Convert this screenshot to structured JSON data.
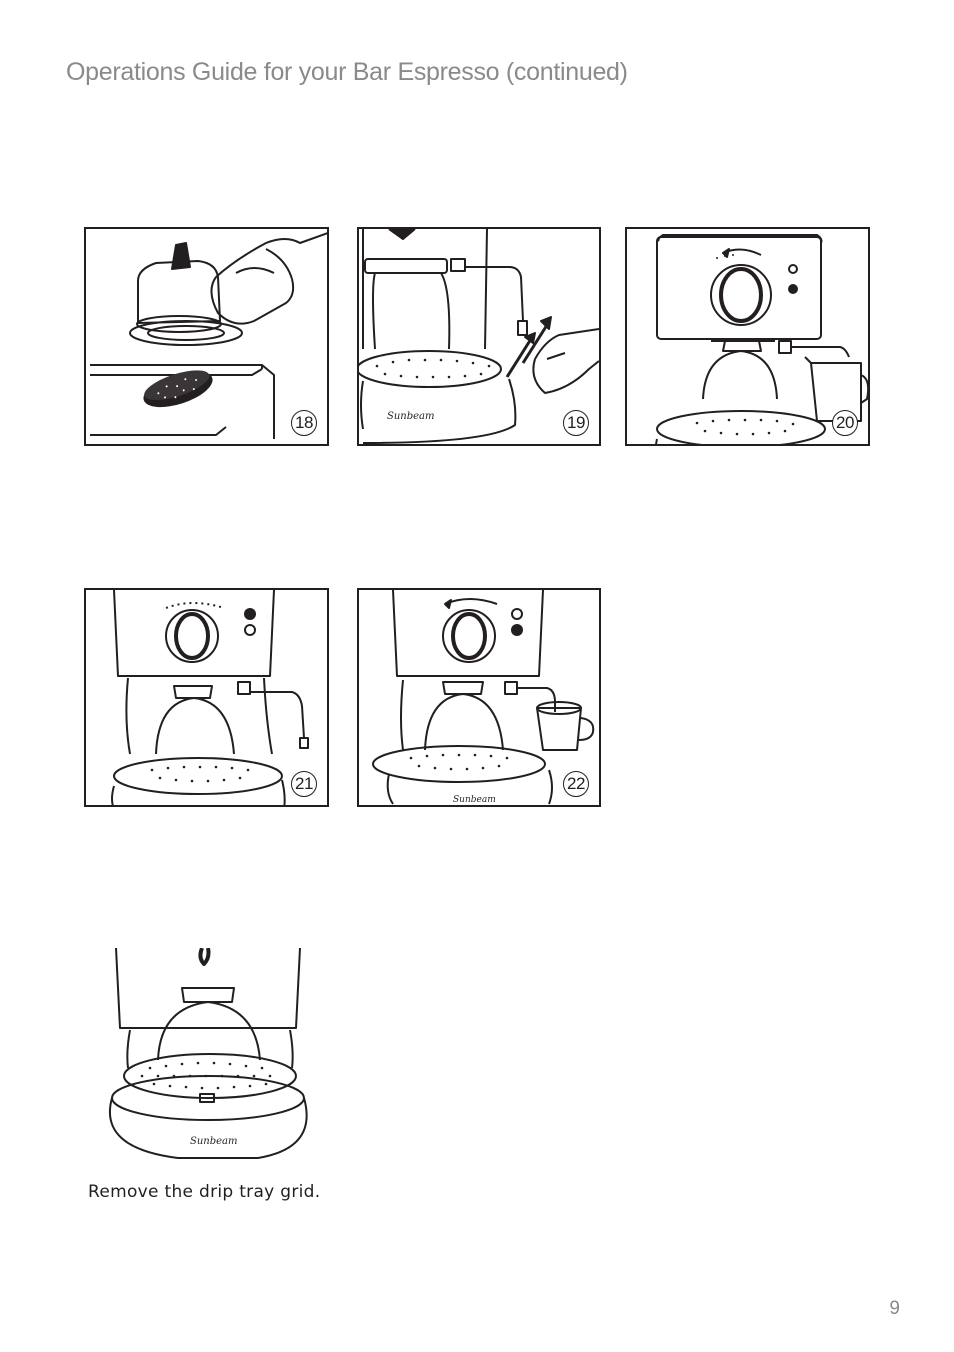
{
  "header": {
    "title": "Operations Guide for your Bar Espresso (continued)"
  },
  "steps": [
    {
      "number": "18",
      "illustration": "filter-holder-cleaning"
    },
    {
      "number": "19",
      "illustration": "steam-wand-tip-removal"
    },
    {
      "number": "20",
      "illustration": "steam-dial-to-steam-with-jug"
    },
    {
      "number": "21",
      "illustration": "dial-off-heating-light-on"
    },
    {
      "number": "22",
      "illustration": "steam-dial-to-steam-with-cup"
    }
  ],
  "bottom_figure": {
    "illustration": "drip-tray-grid-removal",
    "caption": "Remove the drip tray grid."
  },
  "brand_mark": "Sunbeam",
  "footer": {
    "page_number": "9"
  }
}
